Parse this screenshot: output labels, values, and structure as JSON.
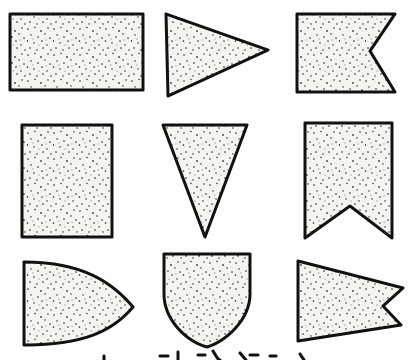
{
  "figure": {
    "shape_fill": "stippled",
    "stroke_color": "#111111",
    "background_color": "#ffffff",
    "rows": [
      [
        "rectangle",
        "pennant",
        "swallowtail-flag"
      ],
      [
        "rectangle",
        "triangle-pendant",
        "swallowtail-banner"
      ],
      [
        "rounded-pennant",
        "shield",
        "swallowtail-pennant"
      ]
    ],
    "caption": ""
  }
}
